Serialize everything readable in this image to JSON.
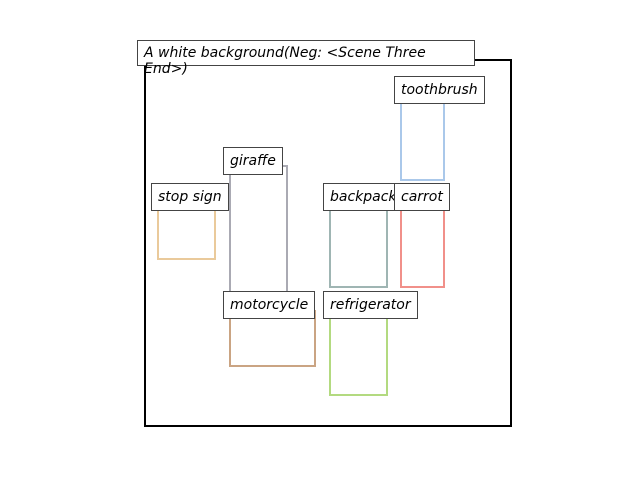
{
  "title": "A white background(Neg: <Scene Three End>)",
  "colors": {
    "stop_sign": "#e3b87a",
    "giraffe": "#8d8d99",
    "motorcycle": "#b8865a",
    "backpack": "#7f9c99",
    "carrot": "#ec6b63",
    "toothbrush": "#8db6e3",
    "refrigerator": "#9acd56"
  },
  "objects": [
    {
      "id": "stop_sign",
      "label": "stop sign"
    },
    {
      "id": "giraffe",
      "label": "giraffe"
    },
    {
      "id": "motorcycle",
      "label": "motorcycle"
    },
    {
      "id": "backpack",
      "label": "backpack"
    },
    {
      "id": "carrot",
      "label": "carrot"
    },
    {
      "id": "toothbrush",
      "label": "toothbrush"
    },
    {
      "id": "refrigerator",
      "label": "refrigerator"
    }
  ]
}
